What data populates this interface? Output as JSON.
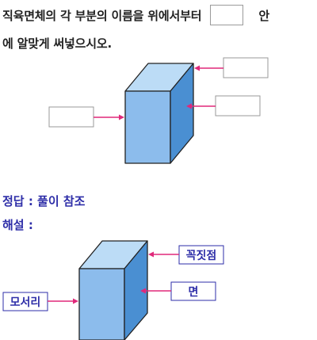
{
  "question": {
    "line1_before": "직육면체의 각 부분의 이름을 위에서부터",
    "line1_after": "안",
    "line2": "에 알맞게 써넣으시오."
  },
  "answer": {
    "label": "정답 : 풀이 참조"
  },
  "explanation": {
    "label": "해설 :",
    "labels": {
      "vertex": "꼭짓점",
      "face": "면",
      "edge": "모서리"
    }
  },
  "colors": {
    "front_face": "#8cbcec",
    "top_face": "#bcdcf6",
    "side_face": "#4a8fd2",
    "arrow": "#e0287a",
    "answer_text": "#2e2ea8",
    "box_border": "#9a9a9a"
  }
}
